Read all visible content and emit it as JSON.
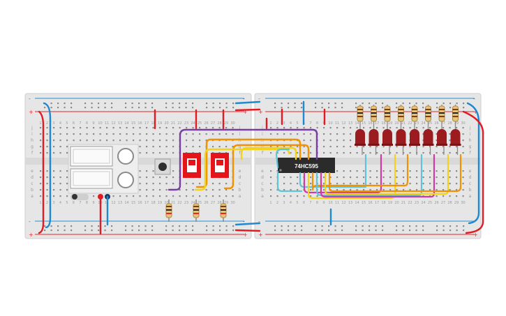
{
  "colors": {
    "board": "#e6e6e6",
    "board_edge": "#cfcfcf",
    "hole": "#8a8a8a",
    "rail_red": "#e8262b",
    "rail_blue": "#2a8fd0",
    "wire_purple": "#7a3ea0",
    "wire_orange": "#f39200",
    "wire_yellow": "#f2d21b",
    "wire_cyan": "#5fc4d4",
    "wire_magenta": "#d13aa4",
    "wire_red": "#e01b24",
    "wire_blue": "#1e88d0",
    "chip": "#2b2b2b",
    "led": "#9b1b1f",
    "dip_switch": "#e4141b",
    "resistor": "#e8c37a"
  },
  "left_board": {
    "column_numbers": [
      "1",
      "2",
      "3",
      "4",
      "5",
      "6",
      "7",
      "8",
      "9",
      "10",
      "11",
      "12",
      "13",
      "14",
      "15",
      "16",
      "17",
      "18",
      "19",
      "20",
      "21",
      "22",
      "23",
      "24",
      "25",
      "26",
      "27",
      "28",
      "29",
      "30"
    ],
    "row_letters_top": [
      "j",
      "i",
      "h",
      "g",
      "f"
    ],
    "row_letters_bottom": [
      "e",
      "d",
      "c",
      "b",
      "a"
    ],
    "rail_plus": "+",
    "rail_minus": "-"
  },
  "right_board": {
    "column_numbers": [
      "1",
      "2",
      "3",
      "4",
      "5",
      "6",
      "7",
      "8",
      "9",
      "10",
      "11",
      "12",
      "13",
      "14",
      "15",
      "16",
      "17",
      "18",
      "19",
      "20",
      "21",
      "22",
      "23",
      "24",
      "25",
      "26",
      "27",
      "28",
      "29",
      "30"
    ],
    "row_letters_top": [
      "j",
      "i",
      "h",
      "g",
      "f"
    ],
    "row_letters_bottom": [
      "e",
      "d",
      "c",
      "b",
      "a"
    ],
    "rail_plus": "+",
    "rail_minus": "-"
  },
  "chip": {
    "label": "74HC595"
  },
  "components": {
    "led_count": 8,
    "dip_switch_count": 2,
    "pulldown_resistor_count": 3,
    "button": "pushbutton"
  }
}
